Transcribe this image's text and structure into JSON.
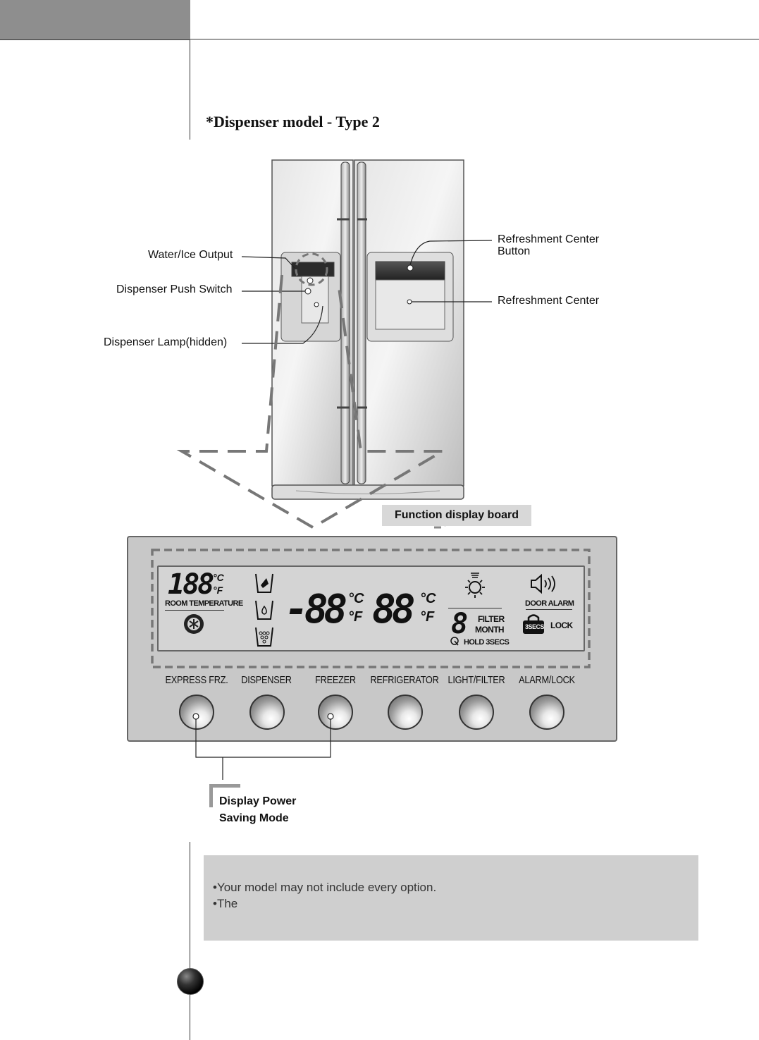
{
  "section_title": "*Dispenser model - Type 2",
  "callouts": {
    "water_ice_output": "Water/Ice Output",
    "dispenser_push_switch": "Dispenser Push Switch",
    "dispenser_lamp": "Dispenser Lamp(hidden)",
    "refreshment_center_button_line1": "Refreshment Center",
    "refreshment_center_button_line2": "Button",
    "refreshment_center": "Refreshment Center"
  },
  "function_display_board_label": "Function display board",
  "lcd": {
    "room_temp_digits": "188",
    "unit_c": "°C",
    "unit_f": "°F",
    "room_temperature_label": "ROOM TEMPERATURE",
    "freezer_digits": "-88",
    "fridge_digits": "88",
    "filter_digit": "8",
    "filter_label": "FILTER",
    "month_label": "MONTH",
    "hold_label": "HOLD 3SECS",
    "door_alarm_label": "DOOR ALARM",
    "secs_badge": "3SECS",
    "lock_label": "LOCK"
  },
  "buttons": [
    {
      "label": "EXPRESS FRZ."
    },
    {
      "label": "DISPENSER"
    },
    {
      "label": "FREEZER"
    },
    {
      "label": "REFRIGERATOR"
    },
    {
      "label": "LIGHT/FILTER"
    },
    {
      "label": "ALARM/LOCK"
    }
  ],
  "saving_mode": {
    "line1": "Display Power",
    "line2": "Saving Mode"
  },
  "notes": [
    "Your model may not include every option.",
    "The"
  ],
  "colors": {
    "header_tab": "#8e8e8e",
    "panel_bg": "#c8c8c8",
    "notes_bg": "#cfcfcf",
    "dashed": "#777777"
  }
}
